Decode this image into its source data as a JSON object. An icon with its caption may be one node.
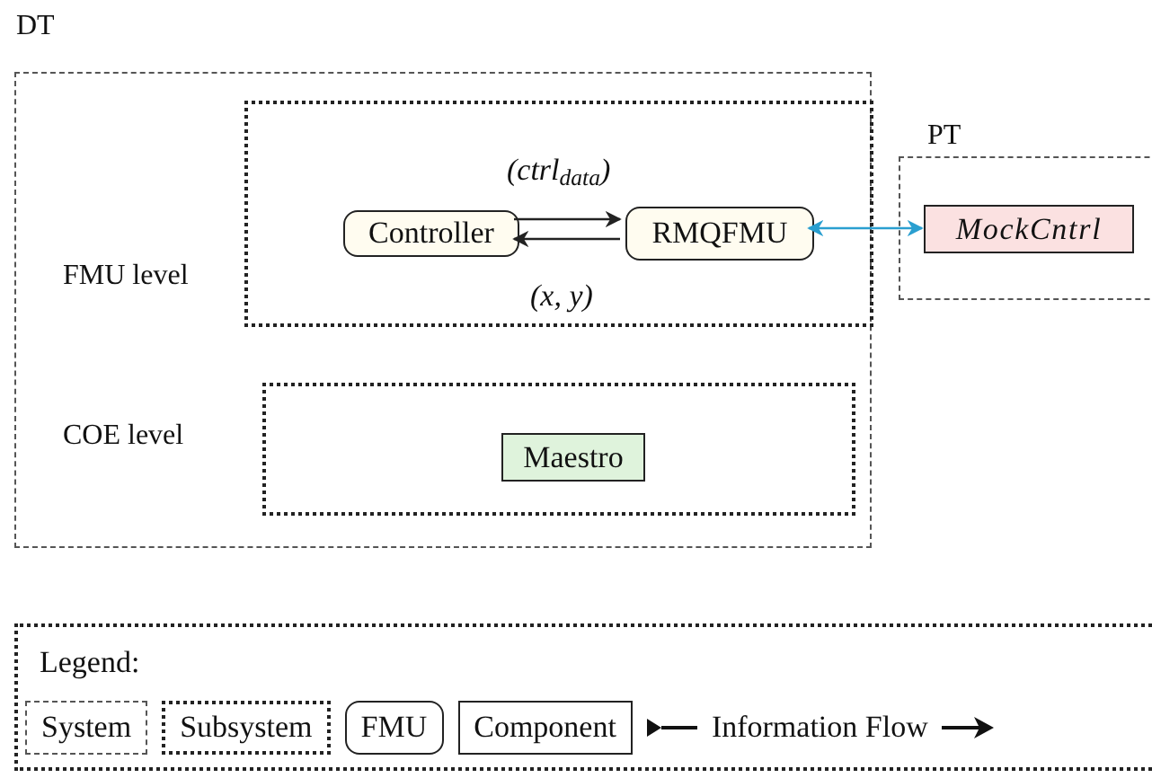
{
  "diagram": {
    "nodes": [
      {
        "text": [
          "DT"
        ]
      },
      {
        "text": [
          "FMU level"
        ],
        "in": 0
      },
      {
        "text": [
          "Controller"
        ],
        "in": 1
      },
      {
        "text": [
          "RMQFMU"
        ],
        "in": 1
      },
      {
        "text": [
          "PT"
        ]
      },
      {
        "text": [
          "MockCntrl"
        ],
        "in": 4
      },
      {
        "text": [
          "COE level"
        ],
        "in": 0
      },
      {
        "text": [
          "Maestro"
        ],
        "in": 6
      }
    ],
    "edges": [
      {
        "from": 2,
        "to": 3,
        "arrow": "to"
      },
      {
        "from": 3,
        "to": 2,
        "arrow": "to"
      },
      {
        "from": 3,
        "to": 5,
        "arrow": "both",
        "color": "#2a9fd0"
      }
    ],
    "labels": [
      "(ctrl$_{data}$)",
      "(x, y)",
      "Legend:"
    ],
    "legend": [
      {
        "text": "System"
      },
      {
        "text": "Subsystem"
      },
      {
        "text": "FMU"
      },
      {
        "text": "Component"
      },
      {
        "text": "Information Flow"
      }
    ]
  }
}
